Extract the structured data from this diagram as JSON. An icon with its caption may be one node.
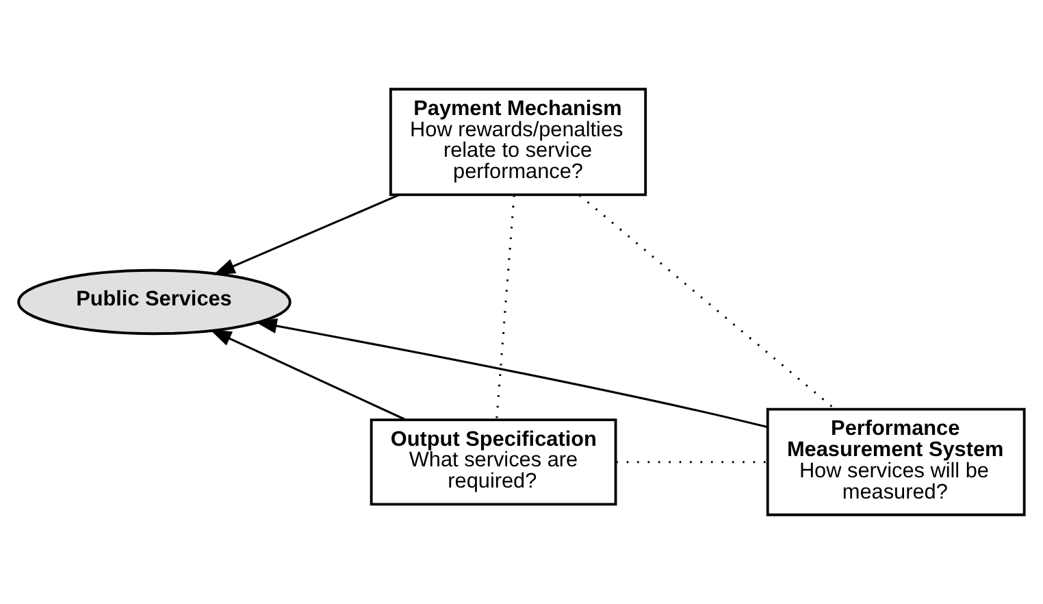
{
  "diagram": {
    "nodes": [
      {
        "text": [
          "Payment Mechanism",
          "How rewards/penalties relate to service performance?"
        ]
      },
      {
        "text": [
          "Public Services"
        ]
      },
      {
        "text": [
          "Output Specification",
          "What services are required?"
        ]
      },
      {
        "text": [
          "Performance Measurement System",
          "How services will be measured?"
        ]
      }
    ],
    "edges": [
      {
        "from": 0,
        "to": 1,
        "arrow": "to"
      },
      {
        "from": 2,
        "to": 1,
        "arrow": "to"
      },
      {
        "from": 3,
        "to": 1,
        "arrow": "to"
      },
      {
        "from": 0,
        "to": 2,
        "arrow": "none",
        "style": "dashed"
      },
      {
        "from": 0,
        "to": 3,
        "arrow": "none",
        "style": "dashed"
      },
      {
        "from": 2,
        "to": 3,
        "arrow": "none",
        "style": "dashed"
      }
    ]
  }
}
